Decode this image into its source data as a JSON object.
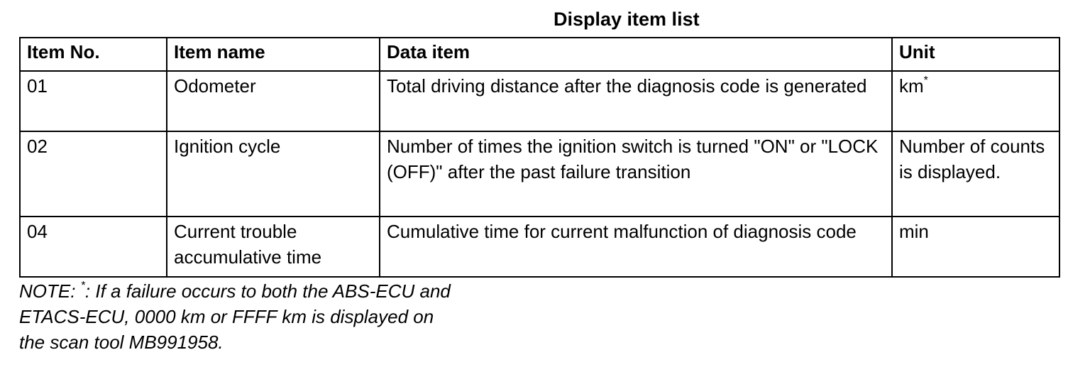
{
  "title": "Display item list",
  "table": {
    "headers": [
      "Item No.",
      "Item name",
      "Data item",
      "Unit"
    ],
    "rows": [
      {
        "item_no": "01",
        "item_name": "Odometer",
        "data_item": "Total driving distance after the diagnosis code is generated",
        "unit": "km",
        "unit_mark": "*"
      },
      {
        "item_no": "02",
        "item_name": "Ignition cycle",
        "data_item": "Number of times the ignition switch is turned \"ON\" or \"LOCK (OFF)\" after the past failure transition",
        "unit": "Number of counts is displayed.",
        "unit_mark": ""
      },
      {
        "item_no": "04",
        "item_name": "Current trouble accumulative time",
        "data_item": "Cumulative time for current malfunction of diagnosis code",
        "unit": "min",
        "unit_mark": ""
      }
    ]
  },
  "note": {
    "prefix": "NOTE: ",
    "mark": "*",
    "lines": [
      ": If a failure occurs to both the ABS-ECU and",
      "ETACS-ECU, 0000 km or FFFF km is displayed on",
      "the scan tool MB991958."
    ]
  }
}
